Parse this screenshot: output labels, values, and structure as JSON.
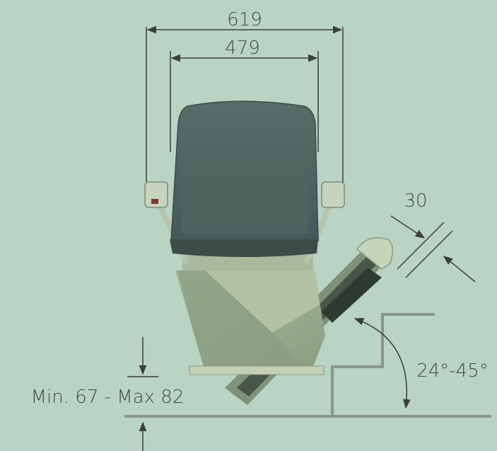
{
  "dimensions": {
    "outer_width": "619",
    "inner_width": "479",
    "rail_thickness": "30",
    "incline_range": "24°-45°",
    "footrest_height": "Min. 67 - Max 82"
  },
  "colors": {
    "background": "#b9d3c4",
    "dimension_line": "#3a3f3c",
    "stair_line": "#8a9490",
    "seat": "#4f625f",
    "seat_dark": "#3b4c49",
    "carriage": "#9fb091",
    "carriage_dark": "#7b8d72"
  }
}
